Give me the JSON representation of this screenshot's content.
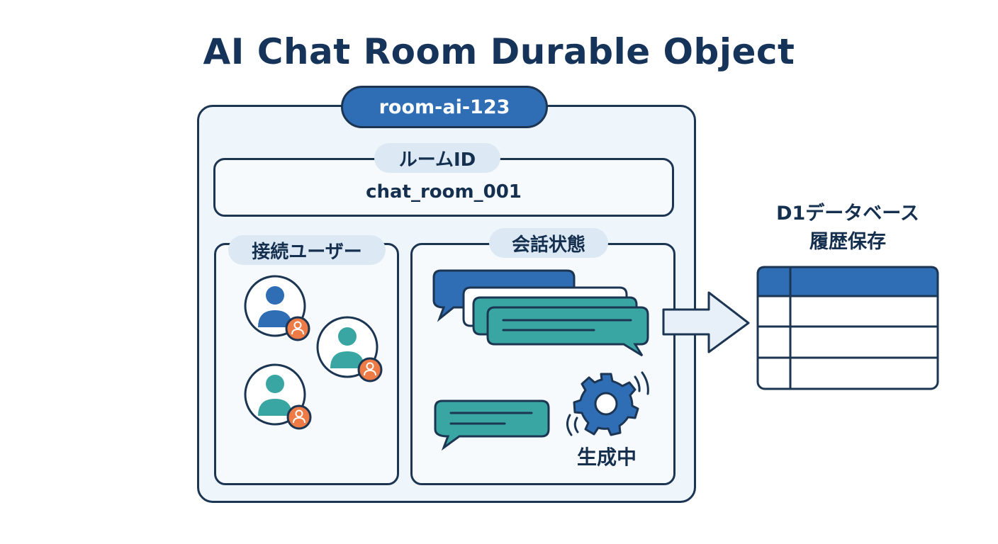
{
  "title": "AI Chat Room Durable Object",
  "room": {
    "name": "room-ai-123",
    "id_label": "ルームID",
    "id_value": "chat_room_001"
  },
  "users": {
    "label": "接続ユーザー",
    "count": 3
  },
  "conversation": {
    "label": "会話状態",
    "status": "生成中"
  },
  "database": {
    "line1": "D1データベース",
    "line2": "履歴保存"
  },
  "colors": {
    "navy": "#1b3552",
    "blue": "#2f6db4",
    "teal": "#3aa6a3",
    "orange": "#ee7a45",
    "panel": "#eef5fb"
  }
}
